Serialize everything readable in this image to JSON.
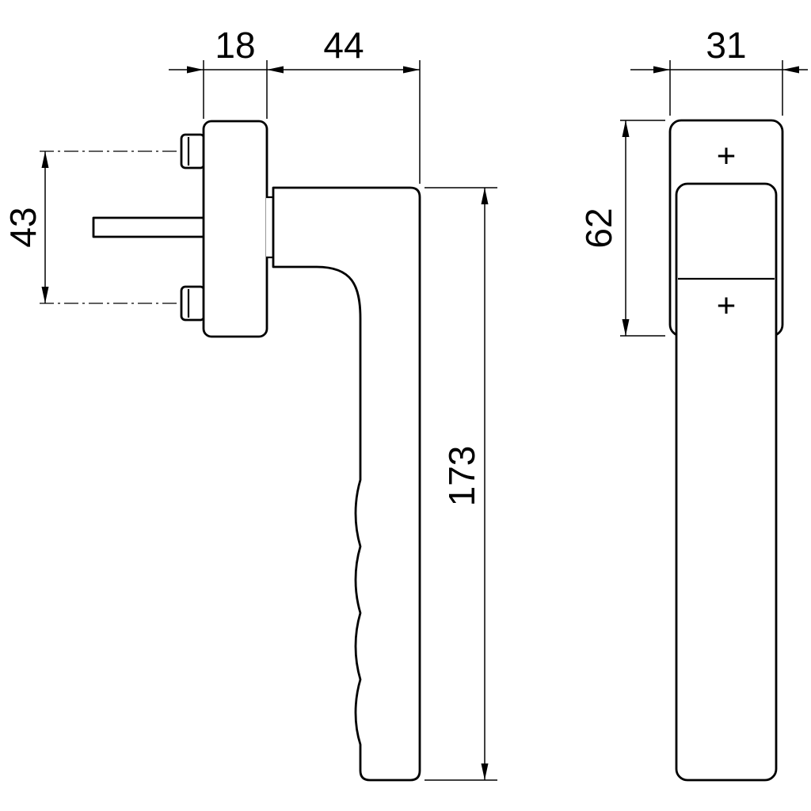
{
  "drawing": {
    "description": "Two-view technical dimension drawing of a window handle",
    "background": "#ffffff",
    "line_color": "#000000",
    "side_view": {
      "dims": {
        "plate_thickness": "18",
        "projection": "44",
        "screw_spacing": "43",
        "handle_length": "173"
      }
    },
    "front_view": {
      "dims": {
        "handle_width": "31",
        "rose_height": "62"
      },
      "marks": {
        "top_cross": "+",
        "bottom_cross": "+"
      }
    }
  }
}
